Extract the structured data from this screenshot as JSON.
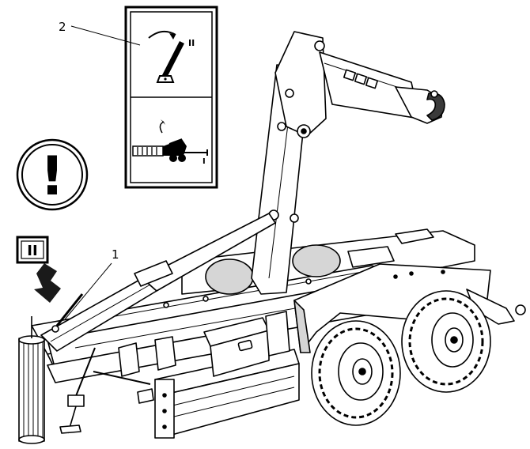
{
  "callouts": {
    "one": "1",
    "two": "2"
  },
  "decal": {
    "upper_mark": "II",
    "lower_mark": "I"
  },
  "position_badge": "II",
  "warning_symbol": "!",
  "icons": {
    "warning": "exclamation-warning-icon",
    "lever": "lever-position-icon",
    "trailer": "trailer-tipping-icon",
    "press": "press-arrow-icon"
  },
  "colors": {
    "line": "#000000",
    "fill": "#ffffff",
    "shade": "#d6d6d6",
    "dark": "#3a3a3a"
  }
}
